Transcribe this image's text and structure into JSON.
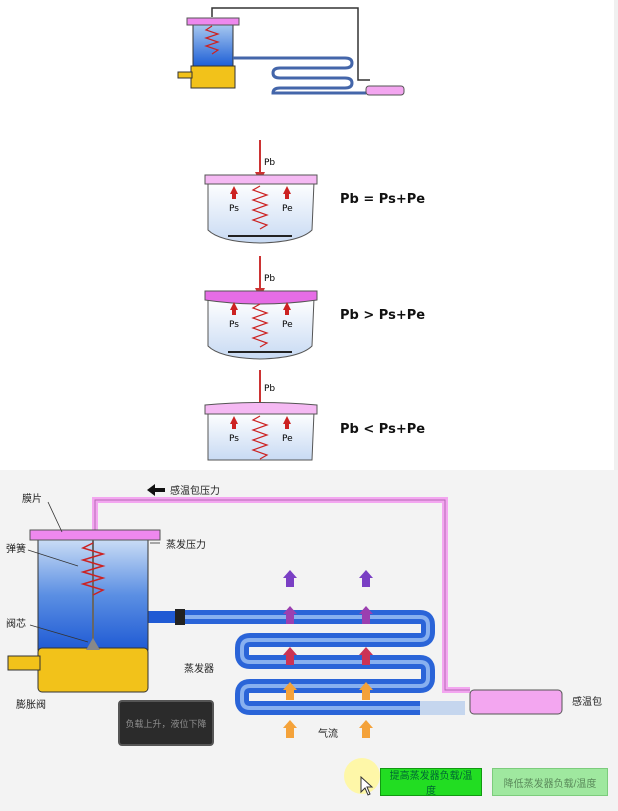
{
  "equations": {
    "eq1": "Pb = Ps+Pe",
    "eq2": "Pb > Ps+Pe",
    "eq3": "Pb < Ps+Pe"
  },
  "cell_labels": {
    "pb": "Pb",
    "ps": "Ps",
    "pe": "Pe"
  },
  "diagram": {
    "bulb_pressure": "感温包压力",
    "diaphragm": "膜片",
    "spring": "弹簧",
    "evap_pressure": "蒸发压力",
    "valve_core": "阀芯",
    "evaporator": "蒸发器",
    "expansion_valve": "膨胀阀",
    "bulb": "感温包",
    "airflow": "气流"
  },
  "status_text": "负载上升，液位下降",
  "buttons": {
    "raise": "提高蒸发器负载/温度",
    "lower": "降低蒸发器负载/温度"
  },
  "colors": {
    "diaphragm": "#ee88ee",
    "valve_blue": "#2266dd",
    "liquid_yellow": "#f2c21a",
    "pipe_pink": "#f3a6f0",
    "arrow_red": "#cc2222",
    "arrow_purple": "#7a3fc4",
    "arrow_orange": "#f4a23a",
    "button_green": "#22dd22"
  }
}
